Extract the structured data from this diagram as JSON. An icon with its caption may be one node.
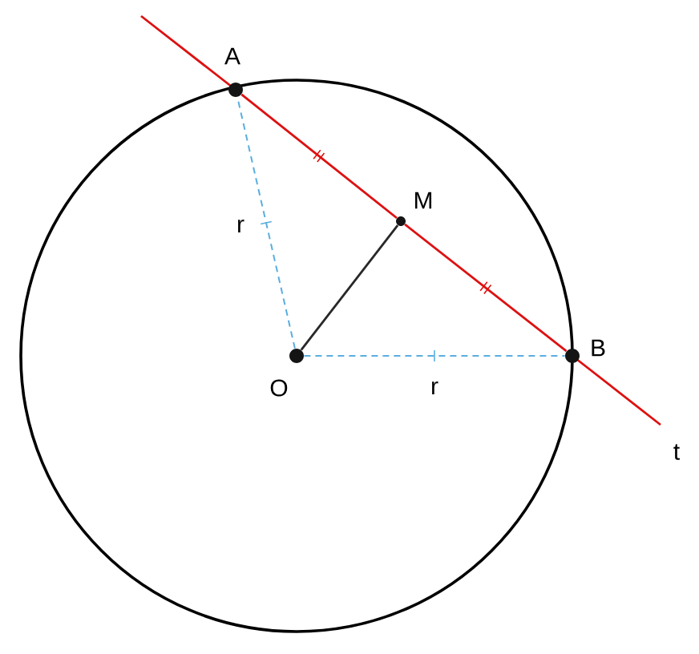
{
  "diagram": {
    "nodes": [
      {
        "text": [
          "A"
        ]
      },
      {
        "text": [
          "M"
        ]
      },
      {
        "text": [
          "O"
        ]
      },
      {
        "text": [
          "B"
        ]
      }
    ],
    "edges": [
      {
        "from": 0,
        "to": 1,
        "arrow": "none",
        "color": "#dd1111"
      },
      {
        "from": 1,
        "to": 3,
        "arrow": "none",
        "color": "#dd1111"
      },
      {
        "from": 2,
        "to": 0,
        "arrow": "none",
        "style": "dashed",
        "color": "#5aaee0",
        "label": "r"
      },
      {
        "from": 2,
        "to": 3,
        "arrow": "none",
        "style": "dashed",
        "color": "#5aaee0",
        "label": "r"
      },
      {
        "from": 2,
        "to": 1,
        "arrow": "none",
        "color": "#282828"
      }
    ],
    "labels": [
      "t"
    ]
  }
}
